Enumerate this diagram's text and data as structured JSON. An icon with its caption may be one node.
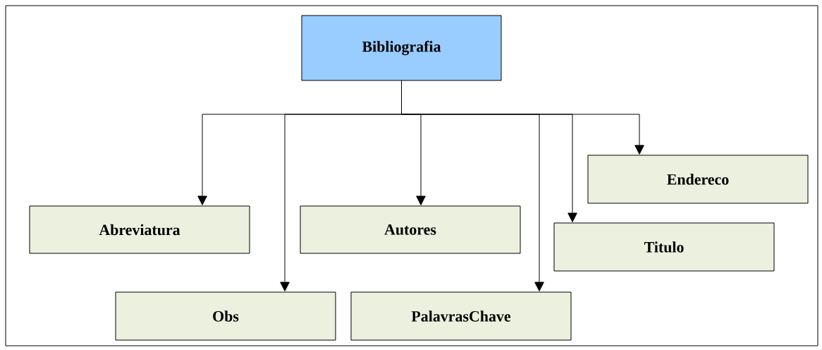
{
  "diagram": {
    "nodes": [
      {
        "text": [
          "Bibliografia"
        ]
      },
      {
        "text": [
          "Abreviatura"
        ]
      },
      {
        "text": [
          "Autores"
        ]
      },
      {
        "text": [
          "Endereco"
        ]
      },
      {
        "text": [
          "Titulo"
        ]
      },
      {
        "text": [
          "Obs"
        ]
      },
      {
        "text": [
          "PalavrasChave"
        ]
      }
    ],
    "edges": [
      {
        "from": 0,
        "to": 1,
        "arrow": "to"
      },
      {
        "from": 0,
        "to": 5,
        "arrow": "to"
      },
      {
        "from": 0,
        "to": 2,
        "arrow": "to"
      },
      {
        "from": 0,
        "to": 6,
        "arrow": "to"
      },
      {
        "from": 0,
        "to": 4,
        "arrow": "to"
      },
      {
        "from": 0,
        "to": 3,
        "arrow": "to"
      }
    ]
  }
}
